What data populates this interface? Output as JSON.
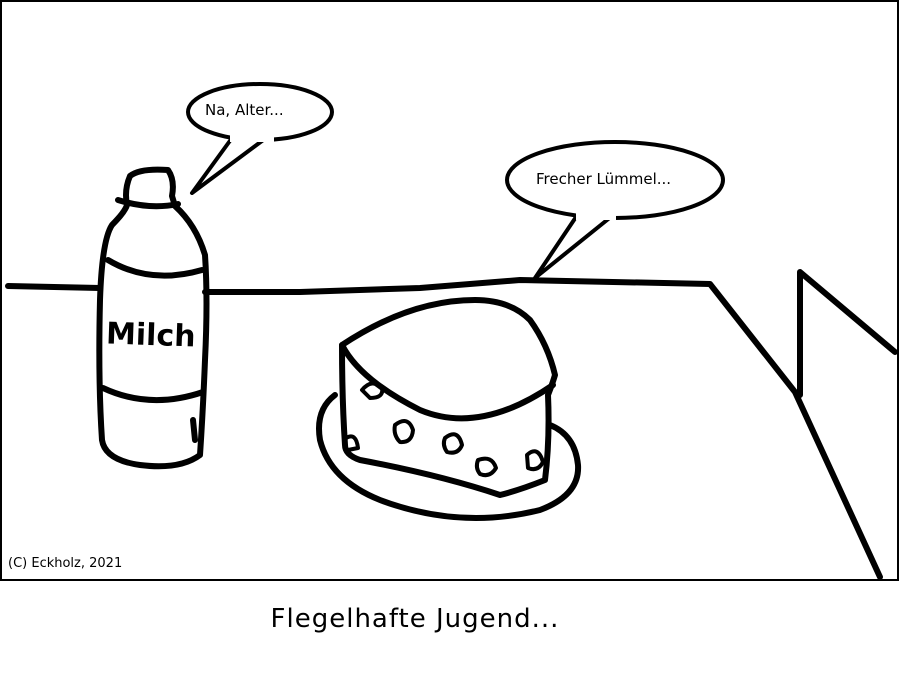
{
  "comic": {
    "bottle_speech": "Na, Alter...",
    "cake_speech": "Frecher Lümmel...",
    "bottle_label": "Milch",
    "copyright": "(C) Eckholz, 2021",
    "caption": "Flegelhafte Jugend..."
  }
}
